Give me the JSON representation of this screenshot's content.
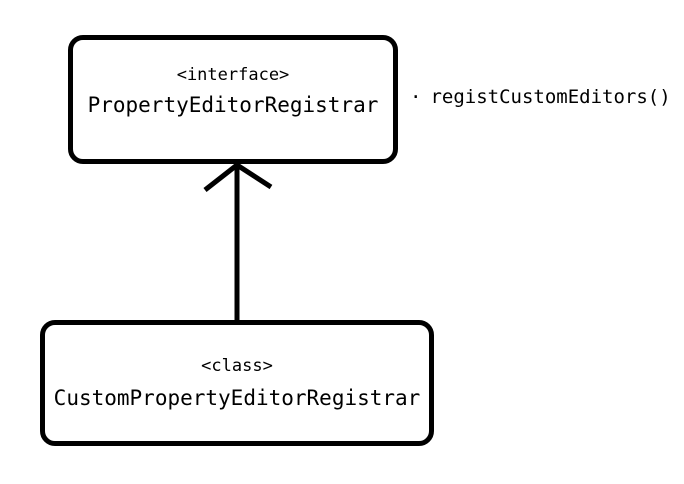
{
  "diagram": {
    "interface_box": {
      "stereotype": "<interface>",
      "name": "PropertyEditorRegistrar"
    },
    "class_box": {
      "stereotype": "<class>",
      "name": "CustomPropertyEditorRegistrar"
    },
    "method_label": {
      "bullet": "·",
      "text": "registCustomEditors()"
    },
    "relationship": "generalization-open-arrow",
    "colors": {
      "line": "#000000",
      "background": "#ffffff"
    }
  }
}
